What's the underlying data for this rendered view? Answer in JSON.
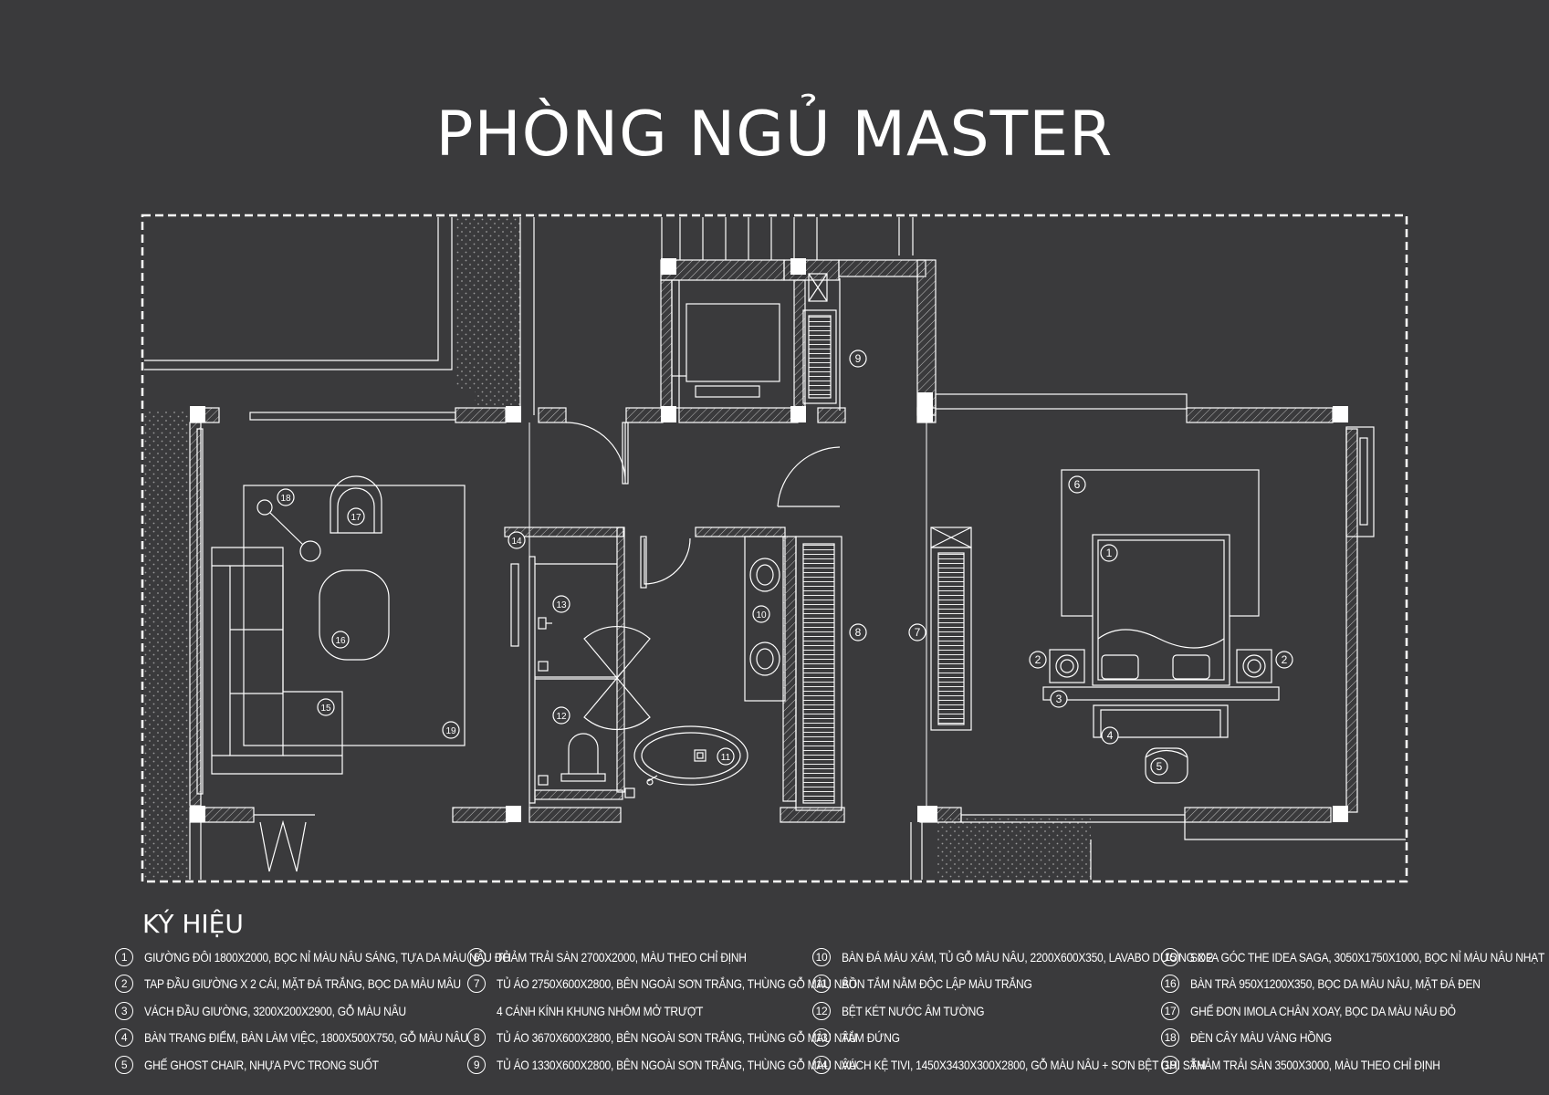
{
  "title": "PHÒNG NGỦ MASTER",
  "legend_title": "KÝ HIỆU",
  "colors": {
    "background": "#3a3a3c",
    "line": "#ffffff"
  },
  "legend": [
    {
      "num": "1",
      "text": "GIƯỜNG ĐÔI 1800X2000, BỌC NỈ MÀU NÂU SÁNG, TỰA DA MÀU NÂU ĐỎ"
    },
    {
      "num": "2",
      "text": "TAP ĐẦU GIƯỜNG X 2 CÁI, MẶT ĐÁ TRẮNG, BỌC DA MÀU MÂU"
    },
    {
      "num": "3",
      "text": "VÁCH ĐẦU GIƯỜNG, 3200X200X2900, GỖ MÀU NÂU"
    },
    {
      "num": "4",
      "text": "BÀN TRANG ĐIỂM, BÀN LÀM VIỆC, 1800X500X750, GỖ MÀU NÂU"
    },
    {
      "num": "5",
      "text": "GHẾ GHOST CHAIR, NHỰA PVC TRONG SUỐT"
    },
    {
      "num": "6",
      "text": "THẢM TRẢI SÀN 2700X2000, MÀU THEO CHỈ ĐỊNH"
    },
    {
      "num": "7",
      "text": "TỦ ÁO 2750X600X2800, BÊN NGOÀI SƠN TRẮNG, THÙNG GỖ MÀU NÂU"
    },
    {
      "num": "",
      "text": "4 CÁNH KÍNH KHUNG NHÔM MỞ TRƯỢT"
    },
    {
      "num": "8",
      "text": "TỦ ÁO 3670X600X2800, BÊN NGOÀI SƠN TRẮNG, THÙNG GỖ MÀU NÂU"
    },
    {
      "num": "9",
      "text": "TỦ ÁO 1330X600X2800, BÊN NGOÀI SƠN TRẮNG, THÙNG GỖ MÀU NÂU"
    },
    {
      "num": "10",
      "text": "BÀN ĐÁ MÀU XÁM, TỦ GỖ MÀU NÂU, 2200X600X350, LAVABO DƯƠNG X 2"
    },
    {
      "num": "11",
      "text": "BỒN TẮM NẰM ĐỘC LẬP MÀU TRẮNG"
    },
    {
      "num": "12",
      "text": "BỆT KÉT NƯỚC ÂM TƯỜNG"
    },
    {
      "num": "13",
      "text": "TẮM ĐỨNG"
    },
    {
      "num": "14",
      "text": "VÁCH KỆ TIVI, 1450X3430X300X2800, GỖ MÀU NÂU + SƠN BỆT GHI SẪM"
    },
    {
      "num": "15",
      "text": "SOFA GÓC THE IDEA SAGA, 3050X1750X1000, BỌC NỈ MÀU NÂU NHẠT"
    },
    {
      "num": "16",
      "text": "BÀN TRÀ 950X1200X350, BỌC DA MÀU NÂU, MẶT ĐÁ ĐEN"
    },
    {
      "num": "17",
      "text": "GHẾ ĐƠN IMOLA CHÂN XOAY, BỌC DA MÀU NÂU ĐỎ"
    },
    {
      "num": "18",
      "text": "ĐÈN CÂY MÀU VÀNG HỒNG"
    },
    {
      "num": "19",
      "text": "THẢM TRẢI SÀN 3500X3000, MÀU THEO CHỈ ĐỊNH"
    }
  ],
  "plan_labels": [
    "1",
    "2",
    "2",
    "3",
    "4",
    "5",
    "6",
    "7",
    "8",
    "9",
    "10",
    "11",
    "12",
    "13",
    "14",
    "15",
    "16",
    "17",
    "18",
    "19"
  ]
}
